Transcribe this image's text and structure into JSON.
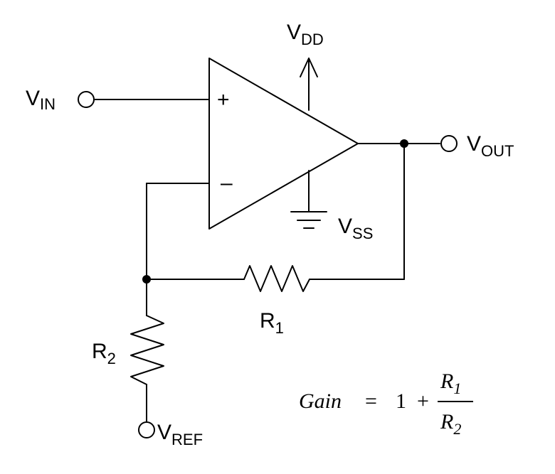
{
  "labels": {
    "vin": {
      "main": "V",
      "sub": "IN"
    },
    "vdd": {
      "main": "V",
      "sub": "DD"
    },
    "vout": {
      "main": "V",
      "sub": "OUT"
    },
    "vss": {
      "main": "V",
      "sub": "SS"
    },
    "vref": {
      "main": "V",
      "sub": "REF"
    },
    "r1": {
      "main": "R",
      "sub": "1"
    },
    "r2": {
      "main": "R",
      "sub": "2"
    }
  },
  "opamp": {
    "plus": "+",
    "minus": "–"
  },
  "formula": {
    "lhs": "Gain",
    "equals": "=",
    "one": "1",
    "plus": "+",
    "num_main": "R",
    "num_sub": "1",
    "den_main": "R",
    "den_sub": "2"
  }
}
